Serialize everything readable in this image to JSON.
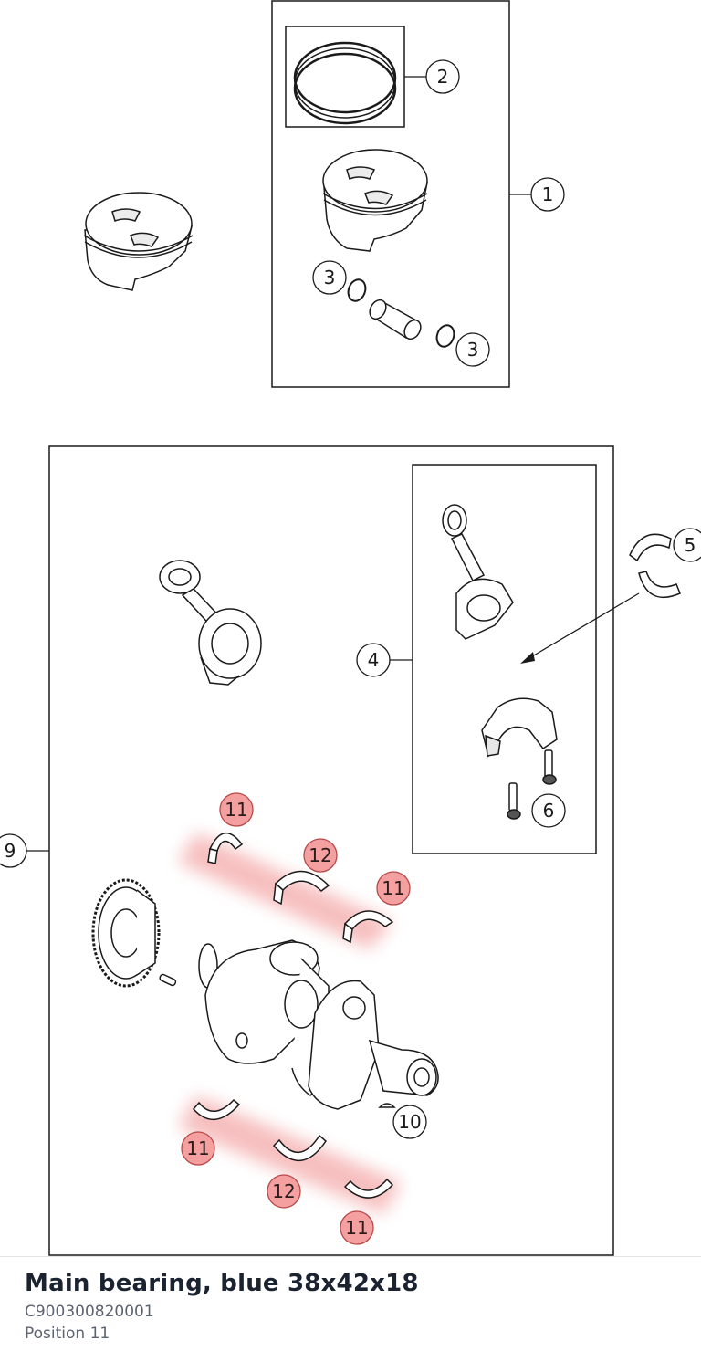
{
  "detail": {
    "title": "Main bearing, blue 38x42x18",
    "part_number": "C900300820001",
    "position": "Position 11"
  },
  "callouts": {
    "c1": "1",
    "c2": "2",
    "c3a": "3",
    "c3b": "3",
    "c4": "4",
    "c5": "5",
    "c6": "6",
    "c9": "9",
    "c10": "10",
    "c11a": "11",
    "c11b": "11",
    "c11c": "11",
    "c11d": "11",
    "c12a": "12",
    "c12b": "12"
  },
  "colors": {
    "highlight": "#f08a8a",
    "highlight_callout_fill": "#f4a0a0",
    "line": "#1a1a1a"
  }
}
